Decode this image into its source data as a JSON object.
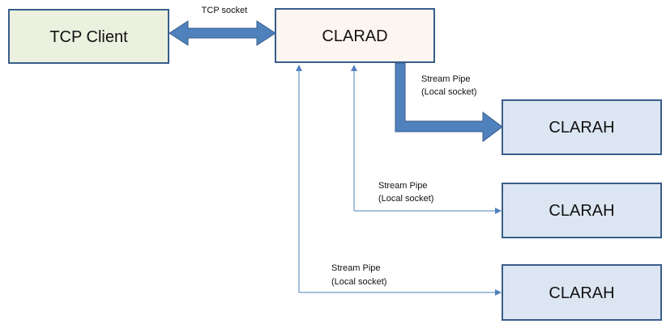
{
  "nodes": {
    "tcp_client": {
      "label": "TCP Client"
    },
    "clarad": {
      "label": "CLARAD"
    },
    "clarah_1": {
      "label": "CLARAH"
    },
    "clarah_2": {
      "label": "CLARAH"
    },
    "clarah_3": {
      "label": "CLARAH"
    }
  },
  "connections": {
    "tcp": {
      "label": "TCP socket"
    },
    "pipe_1": {
      "label_line1": "Stream Pipe",
      "label_line2": "(Local socket)"
    },
    "pipe_2": {
      "label_line1": "Stream Pipe",
      "label_line2": "(Local socket)"
    },
    "pipe_3": {
      "label_line1": "Stream Pipe",
      "label_line2": "(Local socket)"
    }
  },
  "colors": {
    "client_fill": "#ebf1de",
    "clarad_fill": "#fdf5ef",
    "clarah_fill": "#dce6f2",
    "box_stroke": "#385d8a",
    "arrow_fill": "#4f81bd",
    "thin_line": "#4f81bd"
  }
}
